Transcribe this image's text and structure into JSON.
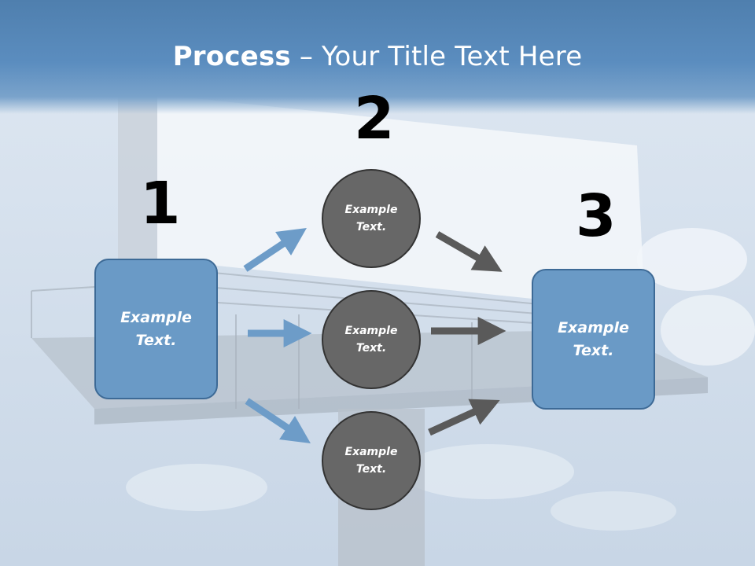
{
  "title": {
    "bold": "Process",
    "rest": " – Your Title Text Here"
  },
  "steps": [
    {
      "number": "1",
      "box_text": "Example Text."
    },
    {
      "number": "2",
      "circles": [
        "Example Text.",
        "Example Text.",
        "Example Text."
      ]
    },
    {
      "number": "3",
      "box_text": "Example Text."
    }
  ],
  "colors": {
    "header": "#5b8dbf",
    "box_fill": "#6a9ac6",
    "box_border": "#3d6a96",
    "circle_fill": "#676767",
    "blue_arrow": "#6d9cc8",
    "gray_arrow": "#5a5a5a"
  }
}
